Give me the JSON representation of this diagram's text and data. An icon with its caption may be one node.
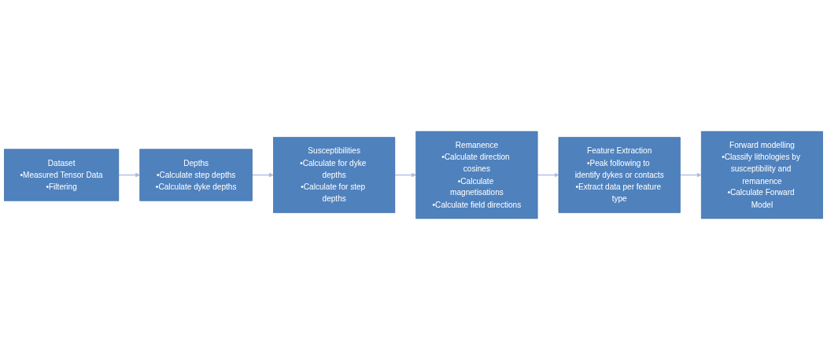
{
  "diagram": {
    "nodes": [
      {
        "text": [
          "Dataset",
          "•Measured Tensor Data",
          "•Filtering"
        ]
      },
      {
        "text": [
          "Depths",
          "•Calculate step depths",
          "•Calculate dyke depths"
        ]
      },
      {
        "text": [
          "Susceptibilities",
          "•Calculate for dyke depths",
          "•Calculate for step depths"
        ]
      },
      {
        "text": [
          "Forward modelling",
          "•Classify lithologies by susceptibility and remanence",
          "•Calculate Forward Model"
        ]
      },
      {
        "text": [
          "Feature Extraction",
          "•Peak following to identify dykes or contacts",
          "•Extract data per feature type"
        ]
      },
      {
        "text": [
          "Remanence",
          "•Calculate direction cosines",
          "•Calculate magnetisations",
          "•Calculate field directions"
        ]
      }
    ],
    "edges": [
      {
        "from": 0,
        "to": 1,
        "arrow": "to"
      },
      {
        "from": 1,
        "to": 2,
        "arrow": "to"
      },
      {
        "from": 2,
        "to": 5,
        "arrow": "to"
      },
      {
        "from": 5,
        "to": 4,
        "arrow": "to"
      },
      {
        "from": 4,
        "to": 3,
        "arrow": "to"
      }
    ]
  }
}
